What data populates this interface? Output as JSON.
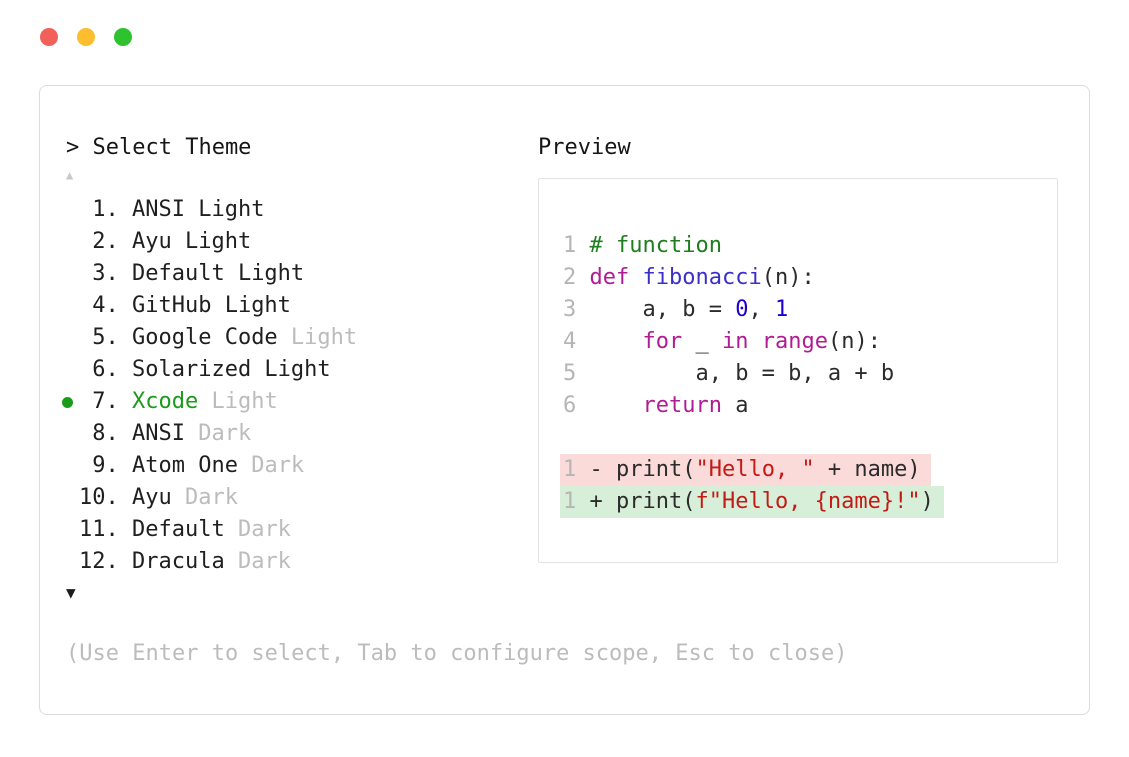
{
  "palette": {
    "accent_green": "#1a9c1a",
    "dim": "#bcbcbc",
    "border": "#dcdcdc",
    "preview_border": "#e3e3e3",
    "gutter": "#b5b5b5",
    "comment": "#1e7d1e",
    "keyword": "#b01c93",
    "function": "#3b2fc9",
    "number": "#1c00cf",
    "string": "#c41a16",
    "removed_bg": "#fbdada",
    "added_bg": "#d7efd9",
    "light_red": "#f2605a",
    "light_yellow": "#fcbd2f",
    "light_green": "#2ec22e"
  },
  "selector": {
    "prompt": "> Select Theme",
    "scroll_up": "▲",
    "scroll_down": "▼",
    "help": "(Use Enter to select, Tab to configure scope, Esc to close)",
    "items": [
      {
        "num": "1.",
        "label": "ANSI Light",
        "suffix": "",
        "selected": false
      },
      {
        "num": "2.",
        "label": "Ayu Light",
        "suffix": "",
        "selected": false
      },
      {
        "num": "3.",
        "label": "Default Light",
        "suffix": "",
        "selected": false
      },
      {
        "num": "4.",
        "label": "GitHub Light",
        "suffix": "",
        "selected": false
      },
      {
        "num": "5.",
        "label": "Google Code",
        "suffix": "Light",
        "selected": false
      },
      {
        "num": "6.",
        "label": "Solarized Light",
        "suffix": "",
        "selected": false
      },
      {
        "num": "7.",
        "label": "Xcode",
        "suffix": "Light",
        "selected": true
      },
      {
        "num": "8.",
        "label": "ANSI",
        "suffix": "Dark",
        "selected": false
      },
      {
        "num": "9.",
        "label": "Atom One",
        "suffix": "Dark",
        "selected": false
      },
      {
        "num": "10.",
        "label": "Ayu",
        "suffix": "Dark",
        "selected": false
      },
      {
        "num": "11.",
        "label": "Default",
        "suffix": "Dark",
        "selected": false
      },
      {
        "num": "12.",
        "label": "Dracula",
        "suffix": "Dark",
        "selected": false
      }
    ]
  },
  "preview": {
    "title": "Preview",
    "code_lines": [
      {
        "num": "1",
        "segments": [
          {
            "t": "# function",
            "c": "comment"
          }
        ]
      },
      {
        "num": "2",
        "segments": [
          {
            "t": "def ",
            "c": "kw"
          },
          {
            "t": "fibonacci",
            "c": "fn"
          },
          {
            "t": "(n):",
            "c": "plain"
          }
        ]
      },
      {
        "num": "3",
        "segments": [
          {
            "t": "    a, b = ",
            "c": "plain"
          },
          {
            "t": "0",
            "c": "num"
          },
          {
            "t": ", ",
            "c": "plain"
          },
          {
            "t": "1",
            "c": "num"
          }
        ]
      },
      {
        "num": "4",
        "segments": [
          {
            "t": "    ",
            "c": "plain"
          },
          {
            "t": "for",
            "c": "kw"
          },
          {
            "t": " _ ",
            "c": "plain"
          },
          {
            "t": "in",
            "c": "kw"
          },
          {
            "t": " ",
            "c": "plain"
          },
          {
            "t": "range",
            "c": "kw"
          },
          {
            "t": "(n):",
            "c": "plain"
          }
        ]
      },
      {
        "num": "5",
        "segments": [
          {
            "t": "        a, b = b, a + b",
            "c": "plain"
          }
        ]
      },
      {
        "num": "6",
        "segments": [
          {
            "t": "    ",
            "c": "plain"
          },
          {
            "t": "return",
            "c": "kw"
          },
          {
            "t": " a",
            "c": "plain"
          }
        ]
      }
    ],
    "diff_lines": [
      {
        "num": "1",
        "type": "removed",
        "segments": [
          {
            "t": "- print(",
            "c": "plain"
          },
          {
            "t": "\"Hello, \"",
            "c": "str"
          },
          {
            "t": " + name)",
            "c": "plain"
          }
        ]
      },
      {
        "num": "1",
        "type": "added",
        "segments": [
          {
            "t": "+ print(",
            "c": "plain"
          },
          {
            "t": "f\"Hello, {name}!\"",
            "c": "str"
          },
          {
            "t": ")",
            "c": "plain"
          }
        ]
      }
    ]
  }
}
